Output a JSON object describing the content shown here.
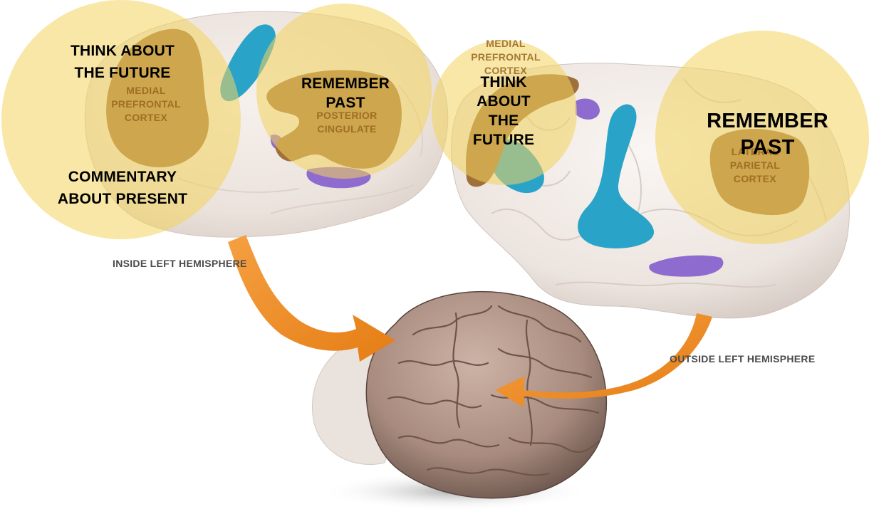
{
  "hemispheres": {
    "inside_label": "INSIDE LEFT HEMISPHERE",
    "outside_label": "OUTSIDE LEFT HEMISPHERE"
  },
  "regions": {
    "inside_medial_prefrontal": [
      "MEDIAL",
      "PREFRONTAL",
      "CORTEX"
    ],
    "inside_posterior_cingulate": [
      "POSTERIOR",
      "CINGULATE"
    ],
    "outside_medial_prefrontal": [
      "MEDIAL",
      "PREFRONTAL",
      "CORTEX"
    ],
    "outside_lateral_parietal": [
      "LATERAL",
      "PARIETAL",
      "CORTEX"
    ]
  },
  "annotations": {
    "think_future_inside": [
      "THINK ABOUT",
      "THE FUTURE"
    ],
    "commentary_present": [
      "COMMENTARY",
      "ABOUT PRESENT"
    ],
    "remember_past_inside": [
      "REMEMBER",
      "PAST"
    ],
    "think_future_outside": [
      "THINK",
      "ABOUT",
      "THE",
      "FUTURE"
    ],
    "remember_past_outside": [
      "REMEMBER",
      "PAST"
    ]
  },
  "colors": {
    "highlight_circle": "#f2d45c",
    "medial_region": "#a0703a",
    "blue_region": "#2aa3c9",
    "purple_region": "#8e6ccf",
    "arrow": "#ee8a1e",
    "brain_tissue": "#efe7e1"
  }
}
